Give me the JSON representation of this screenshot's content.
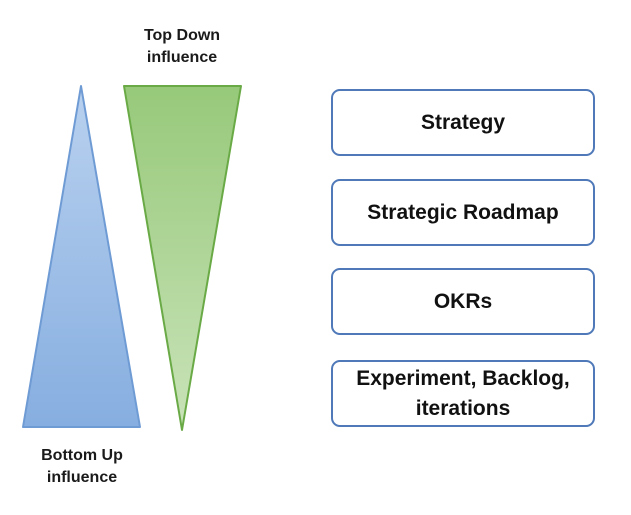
{
  "top_down": {
    "line1": "Top Down",
    "line2": "influence",
    "color": "#8cc06e"
  },
  "bottom_up": {
    "line1": "Bottom Up",
    "line2": "influence",
    "color": "#86aee0"
  },
  "layers": [
    {
      "line1": "Strategy",
      "line2": ""
    },
    {
      "line1": "Strategic Roadmap",
      "line2": ""
    },
    {
      "line1": "OKRs",
      "line2": ""
    },
    {
      "line1": "Experiment, Backlog,",
      "line2": "iterations"
    }
  ],
  "box_border_color": "#4f79b8"
}
